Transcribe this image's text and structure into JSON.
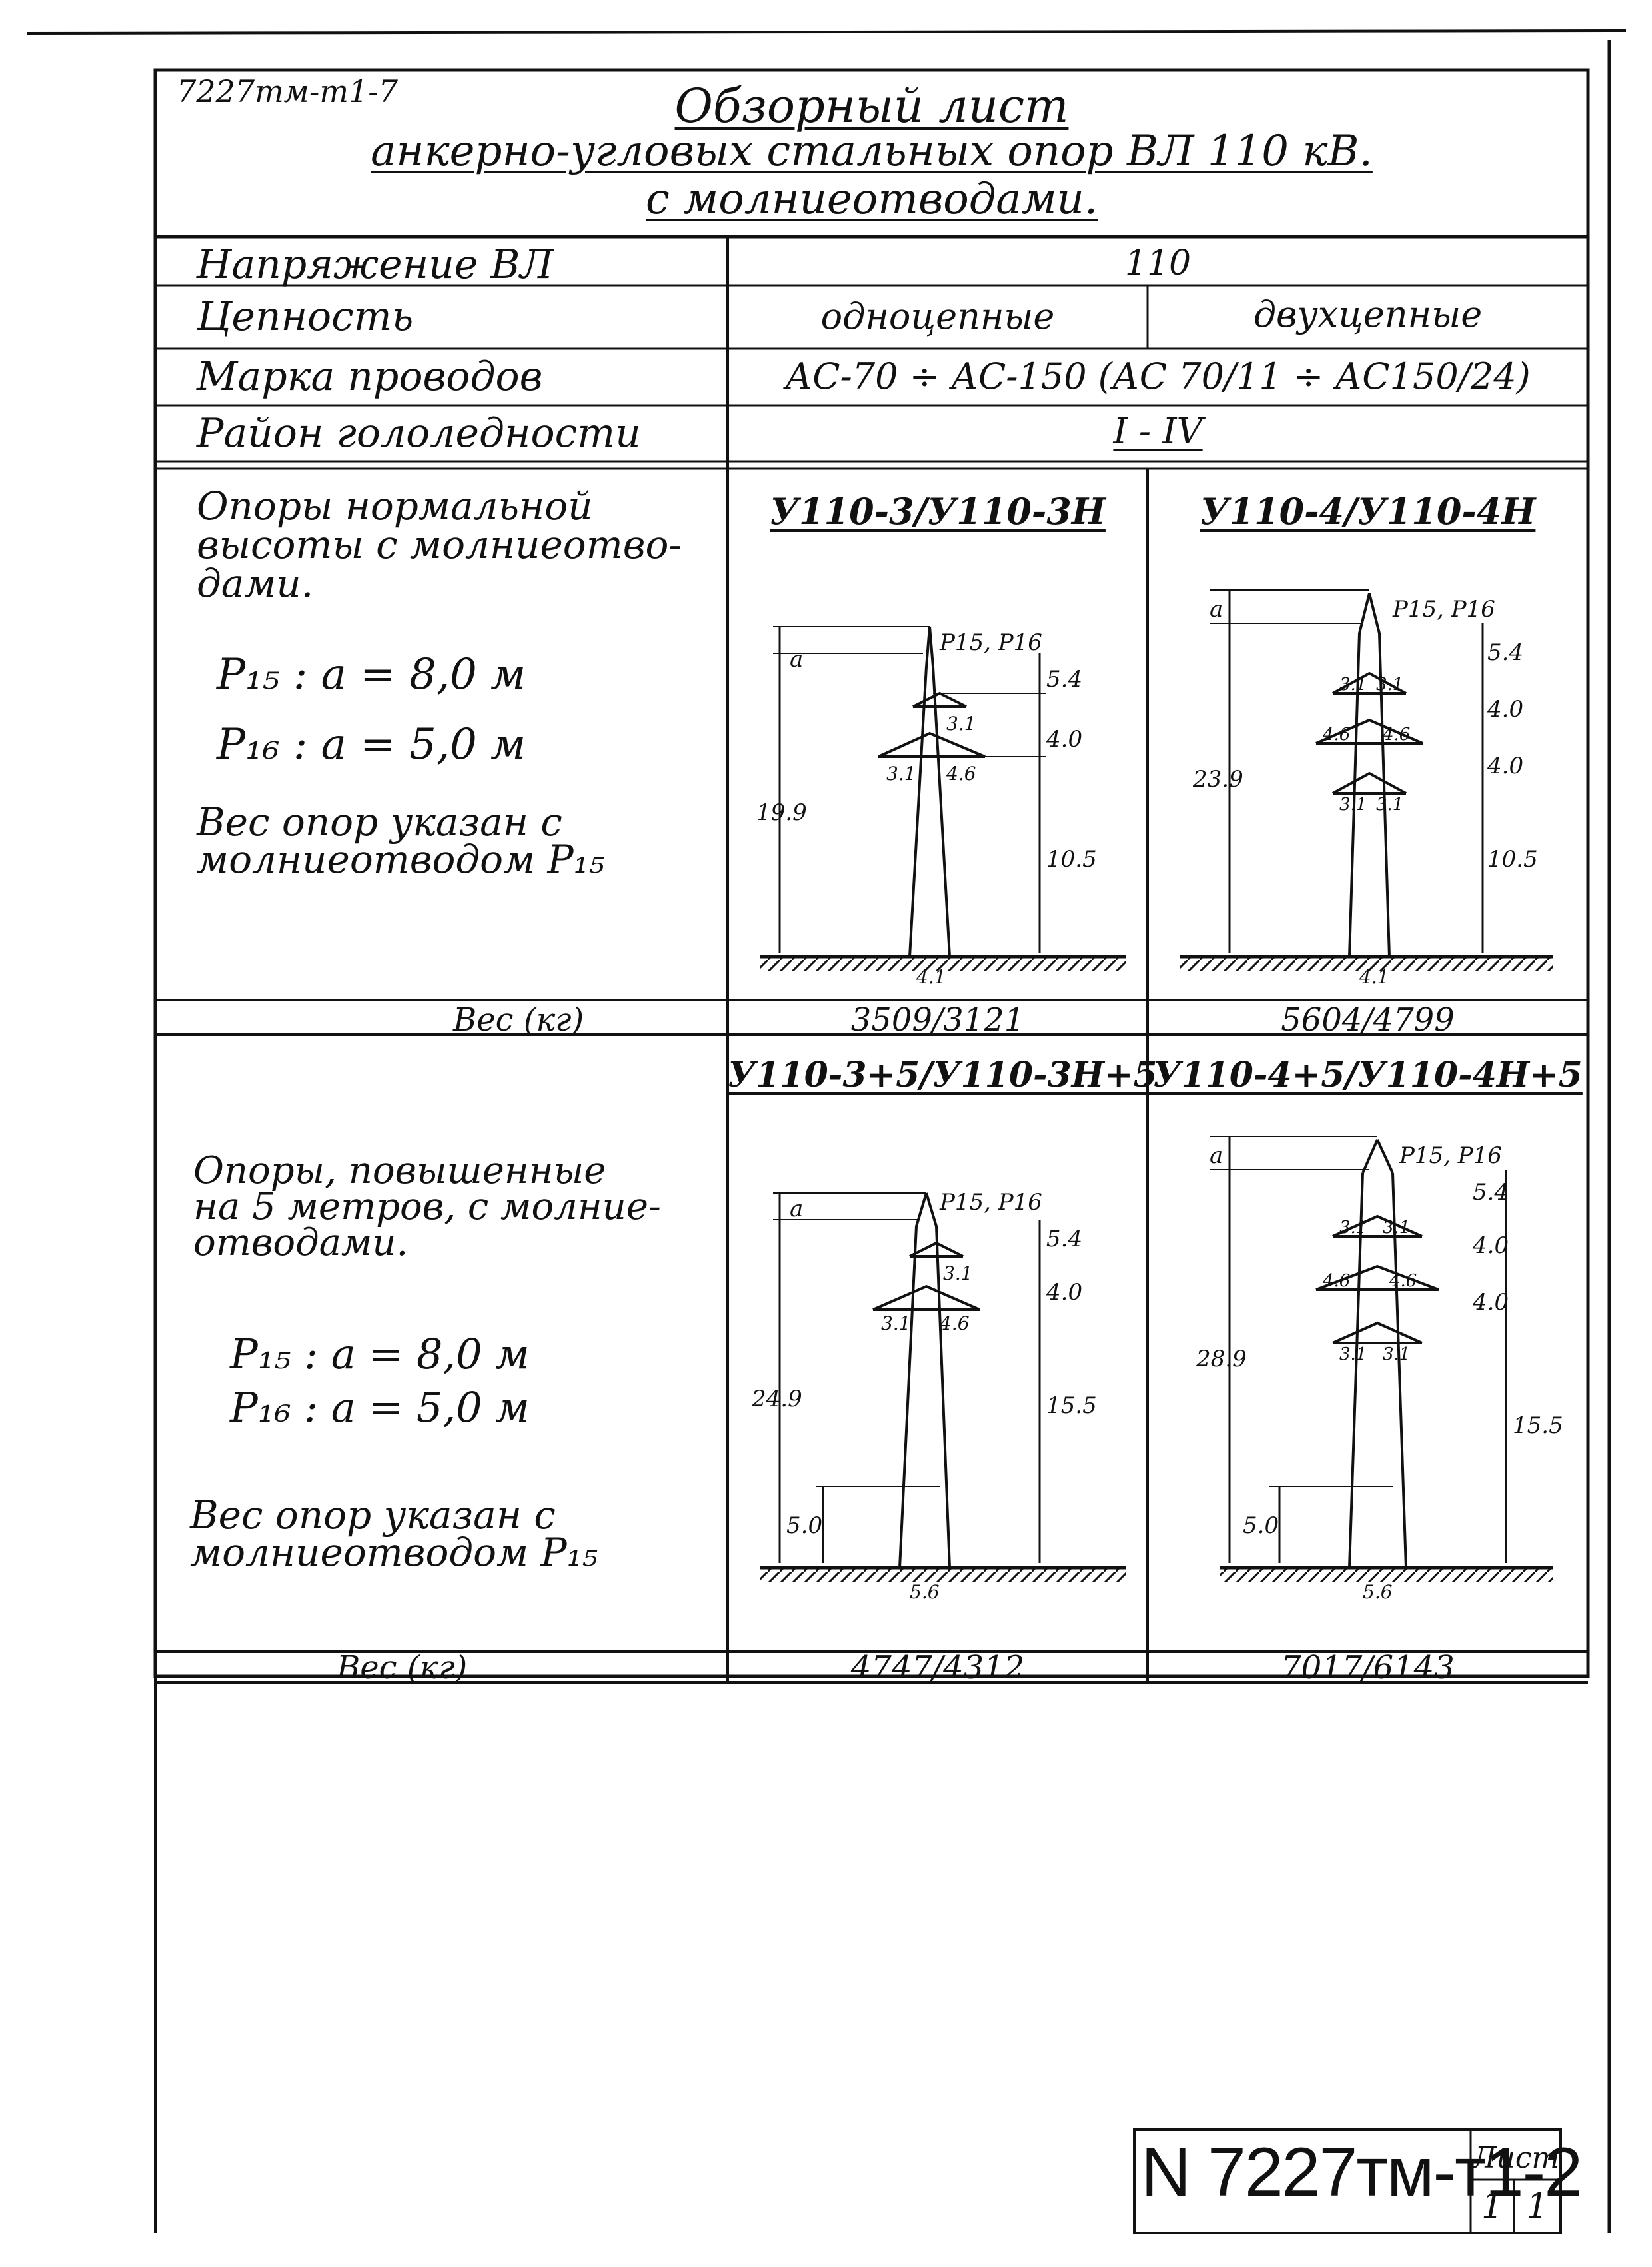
{
  "doc_code": "7227тм-т1-7",
  "title": {
    "line1": "Обзорный лист",
    "line2": "анкерно-угловых стальных опор ВЛ 110 кВ.",
    "line3": "с молниеотводами."
  },
  "params": {
    "voltage_label": "Напряжение ВЛ",
    "voltage_value": "110",
    "circuit_label": "Цепность",
    "circuit_single": "одноцепные",
    "circuit_double": "двухцепные",
    "wire_label": "Марка проводов",
    "wire_value": "АС-70 ÷ АС-150 (АС 70/11 ÷ АС150/24)",
    "ice_label": "Район гололедности",
    "ice_value": "I - IV"
  },
  "section1": {
    "desc_l1": "Опоры нормальной",
    "desc_l2": "высоты с молниеотво-",
    "desc_l3": "дами.",
    "p15": "P₁₅ :  a = 8,0 м",
    "p16": "P₁₆ :  a = 5,0 м",
    "note_l1": "Вес опор указан с",
    "note_l2": "молниеотводом P₁₅",
    "weight_label": "Вес (кг)",
    "single": {
      "title": "У110-3/У110-3Н",
      "labels": {
        "a": "a",
        "p": "P15, P16",
        "d1": "5.4",
        "d2": "4.0",
        "h": "19.9",
        "base": "10.5",
        "w1": "3.1",
        "w2": "3.1",
        "w3": "4.6",
        "foot": "4.1"
      },
      "weight": "3509/3121"
    },
    "double": {
      "title": "У110-4/У110-4Н",
      "labels": {
        "a": "a",
        "p": "P15, P16",
        "d1": "5.4",
        "d2": "4.0",
        "d3": "4.0",
        "h": "23.9",
        "base": "10.5",
        "w1": "3.1",
        "w2": "3.1",
        "w3": "4.6",
        "w4": "4.6",
        "w5": "3.1",
        "w6": "3.1",
        "foot": "4.1"
      },
      "weight": "5604/4799"
    }
  },
  "section2": {
    "desc_l1": "Опоры, повышенные",
    "desc_l2": "на 5 метров, с молние-",
    "desc_l3": "отводами.",
    "p15": "P₁₅ :  a = 8,0 м",
    "p16": "P₁₆ :  a = 5,0 м",
    "note_l1": "Вес опор указан с",
    "note_l2": "молниеотводом P₁₅",
    "weight_label": "Вес  (кг)",
    "single": {
      "title": "У110-3+5/У110-3Н+5",
      "labels": {
        "a": "a",
        "p": "P15, P16",
        "d1": "5.4",
        "d2": "4.0",
        "h": "24.9",
        "base": "15.5",
        "ext": "5.0",
        "w1": "3.1",
        "w2": "3.1",
        "w3": "4.6",
        "foot": "5.6"
      },
      "weight": "4747/4312"
    },
    "double": {
      "title": "У110-4+5/У110-4Н+5",
      "labels": {
        "a": "a",
        "p": "P15, P16",
        "d1": "5.4",
        "d2": "4.0",
        "d3": "4.0",
        "h": "28.9",
        "base": "15.5",
        "ext": "5.0",
        "w1": "3.1",
        "w2": "3.1",
        "w3": "4.6",
        "w4": "4.6",
        "w5": "3.1",
        "w6": "3.1",
        "foot": "5.6"
      },
      "weight": "7017/6143"
    }
  },
  "stamp": {
    "number": "N 7227тм-т1-2",
    "sheet_label": "Лист",
    "sheet_a": "1",
    "sheet_b": "1"
  }
}
